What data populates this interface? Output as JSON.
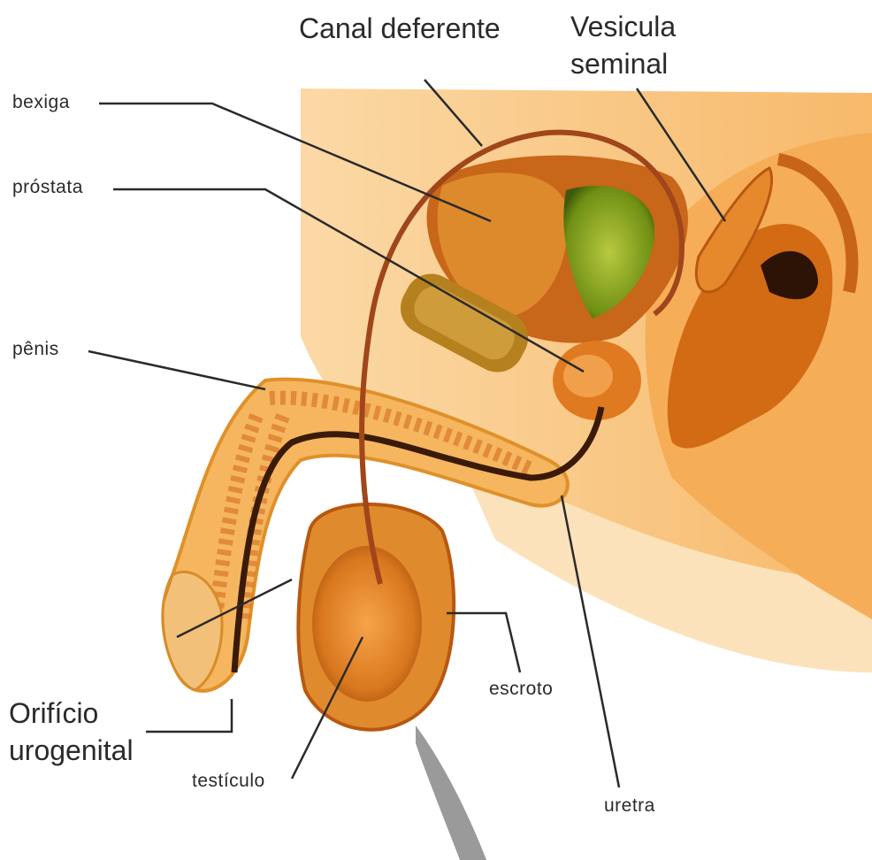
{
  "diagram": {
    "labels": {
      "canal_deferente": "Canal deferente",
      "vesicula_line1": "Vesicula",
      "vesicula_line2": "seminal",
      "bexiga": "bexiga",
      "prostata": "próstata",
      "penis": "pênis",
      "orificio_line1": "Orifício",
      "orificio_line2": "urogenital",
      "testiculo": "testículo",
      "escroto": "escroto",
      "uretra": "uretra"
    },
    "colors": {
      "skin_light": "#fde3bd",
      "skin_mid": "#f7b96a",
      "skin_dark": "#e08a2e",
      "organ_brown": "#c8661a",
      "bladder_green": "#7fa820",
      "leader_line": "#2a2a2a",
      "urethra": "#3a1a08",
      "duct": "#a0461a"
    }
  }
}
